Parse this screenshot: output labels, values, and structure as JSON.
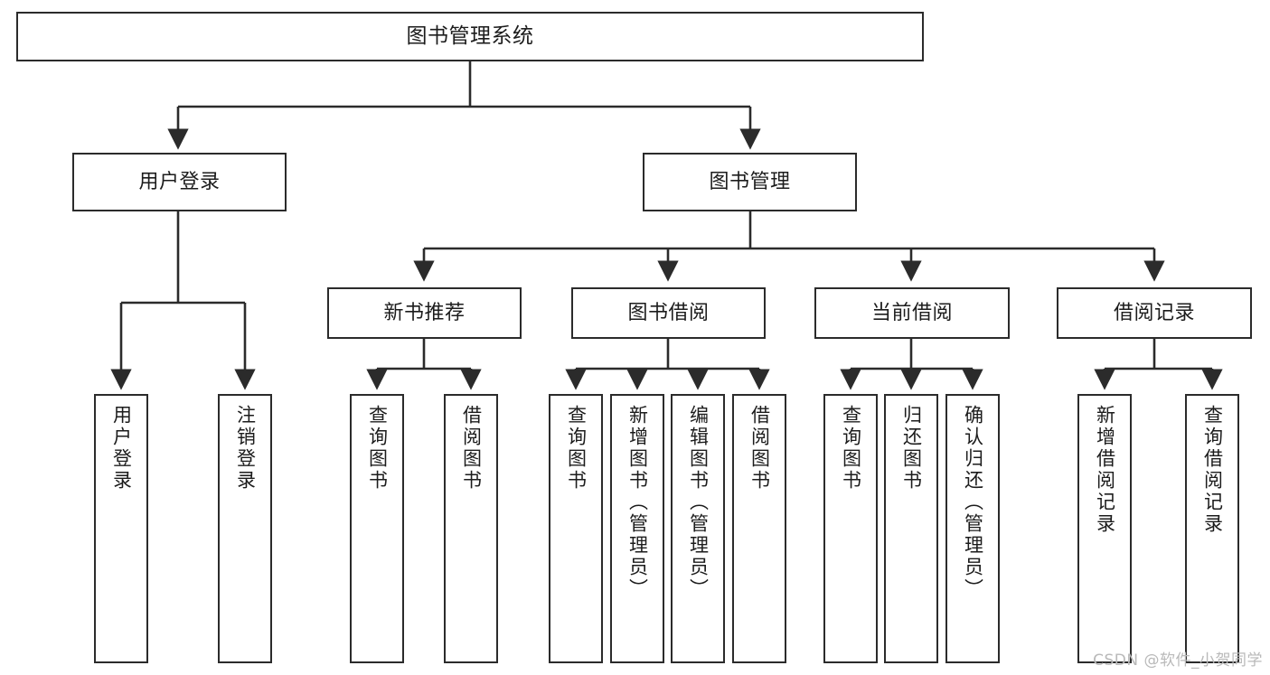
{
  "diagram": {
    "title": "图书管理系统",
    "type": "tree",
    "orientation": "top-down",
    "line_color": "#2b2b2b",
    "box_fill": "#ffffff",
    "box_border": "#2b2b2b",
    "text_color": "#1c1c1c",
    "nodes": {
      "root": {
        "label": "图书管理系统"
      },
      "level1": [
        {
          "label": "用户登录"
        },
        {
          "label": "图书管理"
        }
      ],
      "level2": [
        {
          "label": "新书推荐"
        },
        {
          "label": "图书借阅"
        },
        {
          "label": "当前借阅"
        },
        {
          "label": "借阅记录"
        }
      ],
      "leaves": {
        "user_login": [
          {
            "label": "用户登录"
          },
          {
            "label": "注销登录"
          }
        ],
        "new_book_recommend": [
          {
            "label": "查询图书"
          },
          {
            "label": "借阅图书"
          }
        ],
        "book_borrow": [
          {
            "label": "查询图书"
          },
          {
            "label": "新增图书（管理员）"
          },
          {
            "label": "编辑图书（管理员）"
          },
          {
            "label": "借阅图书"
          }
        ],
        "current_borrow": [
          {
            "label": "查询图书"
          },
          {
            "label": "归还图书"
          },
          {
            "label": "确认归还（管理员）"
          }
        ],
        "borrow_record": [
          {
            "label": "新增借阅记录"
          },
          {
            "label": "查询借阅记录"
          }
        ]
      }
    }
  },
  "watermark": {
    "text": "CSDN @软件_小贺同学"
  }
}
